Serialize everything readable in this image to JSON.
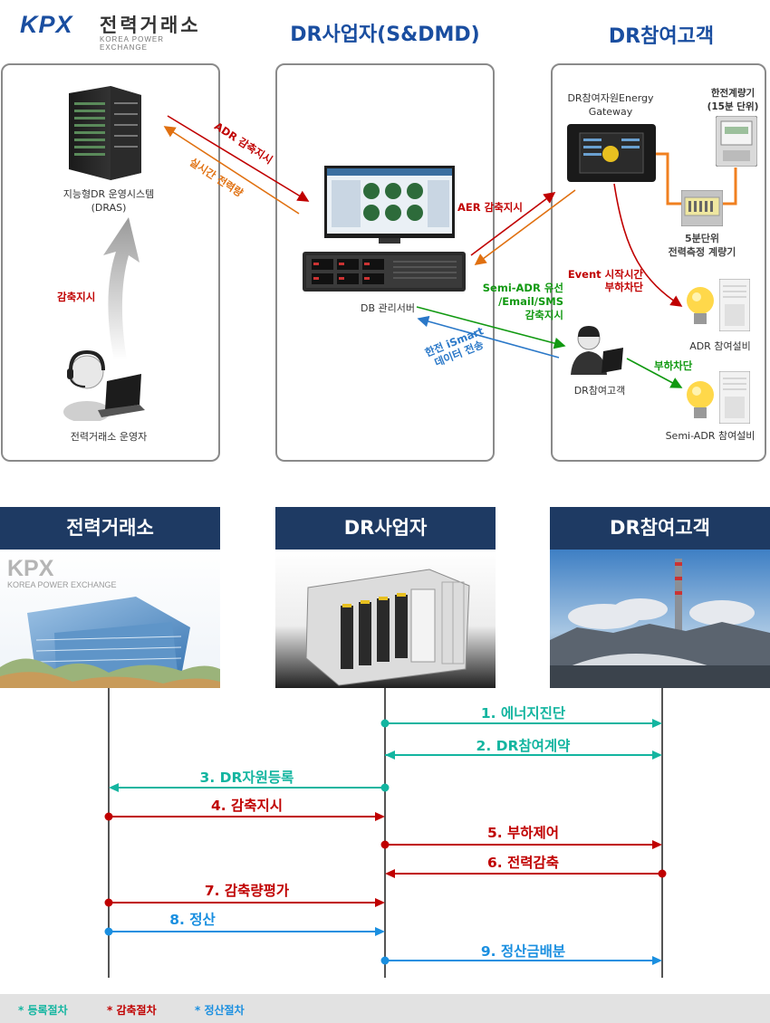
{
  "logo": {
    "mark": "KPX",
    "name_kr": "전력거래소",
    "name_en": "KOREA POWER EXCHANGE"
  },
  "top": {
    "col_titles": [
      "DR사업자(S&DMD)",
      "DR참여고객"
    ],
    "dras_label": "지능형DR 운영시스템\n(DRAS)",
    "operator_label": "전력거래소 운영자",
    "cut_order": "감축지시",
    "adr_order": "ADR 감축지시",
    "realtime_power": "실시간 전력량",
    "db_server": "DB 관리서버",
    "aer_order": "AER 감축지시",
    "semi_adr": "Semi-ADR 유선\n/Email/SMS\n감축지시",
    "ismart": "한전 iSmart\n데이터 전송",
    "gateway": "DR참여자원Energy\nGateway",
    "kepco_meter": "한전계량기\n(15분 단위)",
    "meter_5min": "5분단위\n전력측정 계량기",
    "event_cut": "Event 시작시간\n부하차단",
    "adr_facility": "ADR 참여설비",
    "load_cut": "부하차단",
    "customer": "DR참여고객",
    "semi_facility": "Semi-ADR 참여설비"
  },
  "bottom": {
    "headers": [
      "전력거래소",
      "DR사업자",
      "DR참여고객"
    ],
    "kpx_img_title": "KPX",
    "kpx_img_sub": "KOREA POWER EXCHANGE",
    "steps": [
      "1. 에너지진단",
      "2.  DR참여계약",
      "3. DR자원등록",
      "4.  감축지시",
      "5.  부하제어",
      "6.  전력감축",
      "7.  감축량평가",
      "8.  정산",
      "9.  정산금배분"
    ]
  },
  "legend": [
    "* 등록절차",
    "* 감축절차",
    "* 정산절차"
  ],
  "colors": {
    "register": "#13b5a0",
    "reduce": "#c00000",
    "settle": "#1a8fe0",
    "navy": "#1e3a63"
  }
}
